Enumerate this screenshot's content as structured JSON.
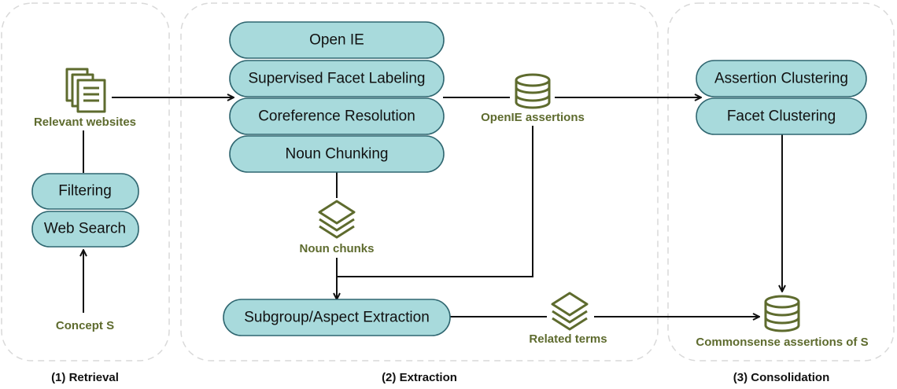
{
  "sections": {
    "retrieval": "(1) Retrieval",
    "extraction": "(2) Extraction",
    "consolidation": "(3) Consolidation"
  },
  "retrieval": {
    "relevant_websites": "Relevant websites",
    "filtering": "Filtering",
    "web_search": "Web Search",
    "concept": "Concept S"
  },
  "extraction": {
    "open_ie": "Open IE",
    "supervised_facet_labeling": "Supervised Facet Labeling",
    "coreference_resolution": "Coreference Resolution",
    "noun_chunking": "Noun Chunking",
    "openie_assertions": "OpenIE assertions",
    "noun_chunks": "Noun chunks",
    "subgroup_aspect_extraction": "Subgroup/Aspect Extraction",
    "related_terms": "Related terms"
  },
  "consolidation": {
    "assertion_clustering": "Assertion Clustering",
    "facet_clustering": "Facet Clustering",
    "commonsense_assertions": "Commonsense assertions of S"
  },
  "colors": {
    "box_fill": "#a8dadc",
    "box_stroke": "#2f6670",
    "olive": "#5e6b2e",
    "panel_border": "#d9d9d9"
  },
  "icons": {
    "documents": "documents-icon",
    "database": "database-icon",
    "layers": "layers-icon"
  }
}
